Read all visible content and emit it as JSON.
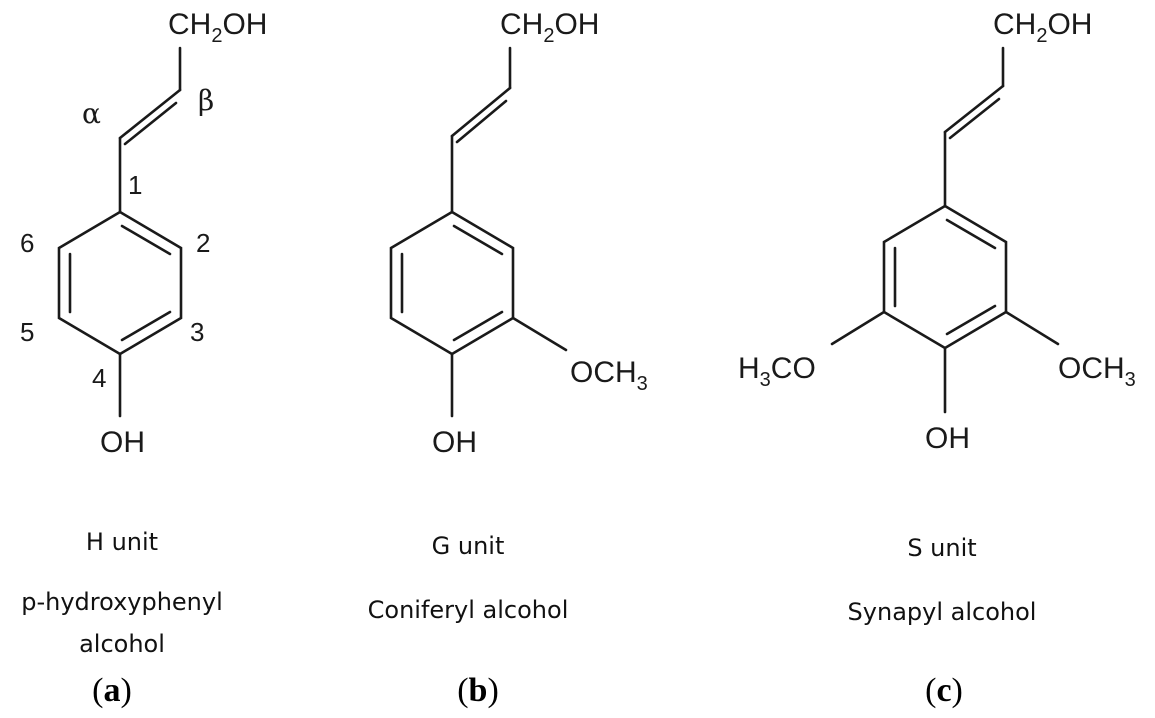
{
  "panels": [
    {
      "id": "a",
      "unit": "H unit",
      "name_line1": "p-hydroxyphenyl",
      "name_line2": "alcohol",
      "labels": {
        "ch2oh_main": "CH",
        "ch2oh_sub": "2",
        "ch2oh_tail": "OH",
        "alpha": "α",
        "beta": "β",
        "n1": "1",
        "n2": "2",
        "n3": "3",
        "n4": "4",
        "n5": "5",
        "n6": "6",
        "oh": "OH"
      }
    },
    {
      "id": "b",
      "unit": "G unit",
      "name_line1": "Coniferyl alcohol",
      "labels": {
        "ch2oh_main": "CH",
        "ch2oh_sub": "2",
        "ch2oh_tail": "OH",
        "och3_main": "OCH",
        "och3_sub": "3",
        "oh": "OH"
      }
    },
    {
      "id": "c",
      "unit": "S unit",
      "name_line1": "Synapyl alcohol",
      "labels": {
        "ch2oh_main": "CH",
        "ch2oh_sub": "2",
        "ch2oh_tail": "OH",
        "h3co_h": "H",
        "h3co_sub": "3",
        "h3co_tail": "CO",
        "och3_main": "OCH",
        "och3_sub": "3",
        "oh": "OH"
      }
    }
  ],
  "panel_labels": {
    "open": "(",
    "a": "a",
    "b": "b",
    "c": "c",
    "close": ")"
  }
}
